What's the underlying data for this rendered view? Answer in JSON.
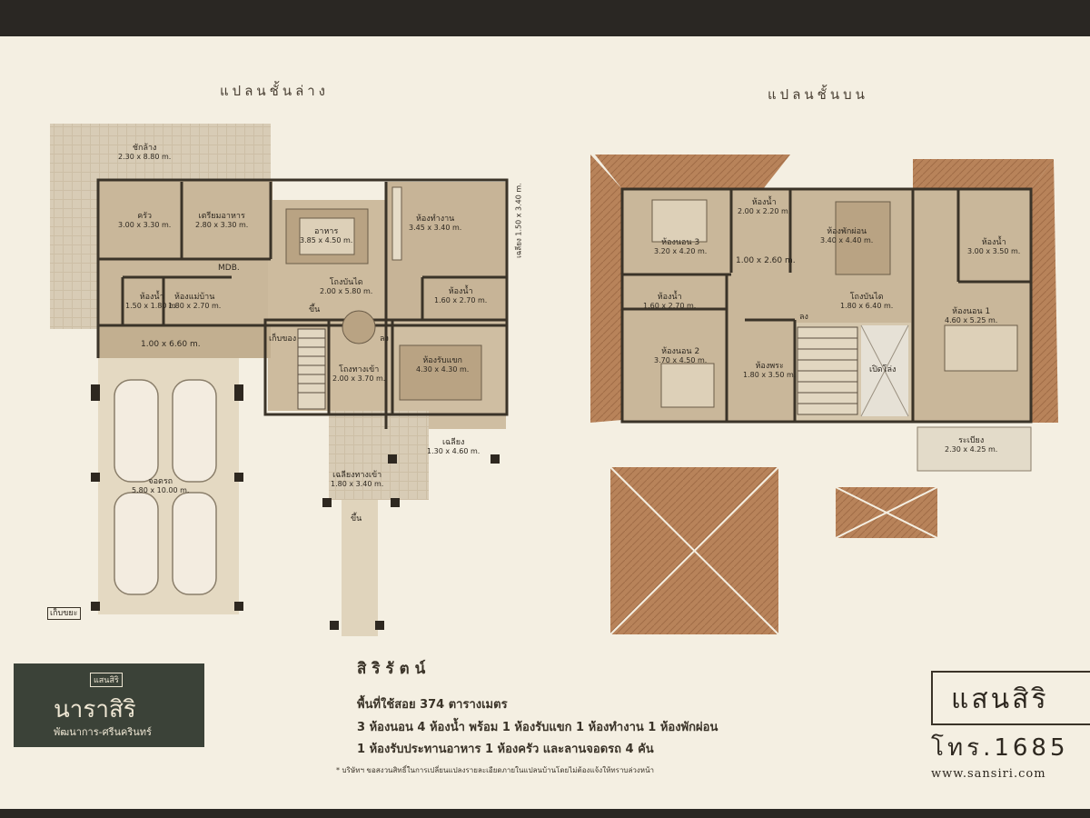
{
  "plans": {
    "lower_title": "แปลนชั้นล่าง",
    "upper_title": "แปลนชั้นบน"
  },
  "lower_rooms": [
    {
      "name": "ชักล้าง",
      "size": "2.30 x 8.80 m."
    },
    {
      "name": "ครัว",
      "size": "3.00 x 3.30 m."
    },
    {
      "name": "เตรียมอาหาร",
      "size": "2.80 x 3.30 m."
    },
    {
      "name": "อาหาร",
      "size": "3.85 x 4.50 m."
    },
    {
      "name": "ห้องทำงาน",
      "size": "3.45 x 3.40 m."
    },
    {
      "name": "เฉลียง",
      "size": "1.50 x 3.40 m."
    },
    {
      "name": "MDB.",
      "size": ""
    },
    {
      "name": "ห้องน้ำ",
      "size": "1.50 x 1.80 m."
    },
    {
      "name": "ห้องแม่บ้าน",
      "size": "1.80 x 2.70 m."
    },
    {
      "name": "โถงบันได",
      "size": "2.00 x 5.80 m."
    },
    {
      "name": "ห้องน้ำ",
      "size": "1.60 x 2.70 m."
    },
    {
      "name": "ขึ้น",
      "size": ""
    },
    {
      "name": "เก็บของ",
      "size": ""
    },
    {
      "name": "ลง",
      "size": ""
    },
    {
      "name": "",
      "size": "1.00 x 6.60 m."
    },
    {
      "name": "โถงทางเข้า",
      "size": "2.00 x 3.70 m."
    },
    {
      "name": "ห้องรับแขก",
      "size": "4.30 x 4.30 m."
    },
    {
      "name": "เฉลียง",
      "size": "1.30 x 4.60 m."
    },
    {
      "name": "จอดรถ",
      "size": "5.80 x 10.00 m."
    },
    {
      "name": "เฉลียงทางเข้า",
      "size": "1.80 x 3.40 m."
    },
    {
      "name": "ขึ้น",
      "size": ""
    },
    {
      "name": "เก็บขยะ",
      "size": ""
    }
  ],
  "upper_rooms": [
    {
      "name": "ห้องนอน 3",
      "size": "3.20 x 4.20 m."
    },
    {
      "name": "ห้องน้ำ",
      "size": "2.00 x 2.20 m."
    },
    {
      "name": "ห้องพักผ่อน",
      "size": "3.40 x 4.40 m."
    },
    {
      "name": "ห้องน้ำ",
      "size": "3.00 x 3.50 m."
    },
    {
      "name": "",
      "size": "1.00 x 2.60 m."
    },
    {
      "name": "ห้องน้ำ",
      "size": "1.60 x 2.70 m."
    },
    {
      "name": "ลง",
      "size": ""
    },
    {
      "name": "โถงบันได",
      "size": "1.80 x 6.40 m."
    },
    {
      "name": "ห้องนอน 1",
      "size": "4.60 x 5.25 m."
    },
    {
      "name": "ห้องนอน 2",
      "size": "3.70 x 4.50 m."
    },
    {
      "name": "ห้องพระ",
      "size": "1.80 x 3.50 m."
    },
    {
      "name": "เปิดโล่ง",
      "size": ""
    },
    {
      "name": "ระเบียง",
      "size": "2.30 x 4.25 m."
    }
  ],
  "project": {
    "name": "สิริรัตน์",
    "area": "พื้นที่ใช้สอย 374 ตารางเมตร",
    "line1": "3 ห้องนอน 4 ห้องน้ำ พร้อม 1 ห้องรับแขก 1 ห้องทำงาน 1 ห้องพักผ่อน",
    "line2": "1 ห้องรับประทานอาหาร 1 ห้องครัว และลานจอดรถ 4 คัน",
    "note": "* บริษัทฯ ขอสงวนสิทธิ์ในการเปลี่ยนแปลงรายละเอียดภายในแปลนบ้านโดยไม่ต้องแจ้งให้ทราบล่วงหน้า"
  },
  "logo": {
    "brand": "แสนสิริ",
    "name": "นาราสิริ",
    "location": "พัฒนาการ-ศรีนครินทร์"
  },
  "brand": {
    "name": "แสนสิริ",
    "phone": "โทร.1685",
    "website": "www.sansiri.com"
  },
  "colors": {
    "paper": "#f4efe2",
    "wall": "#3a3328",
    "floor": "#c9b79a",
    "roof": "#b07a52",
    "logo_bg": "#3b4238"
  }
}
